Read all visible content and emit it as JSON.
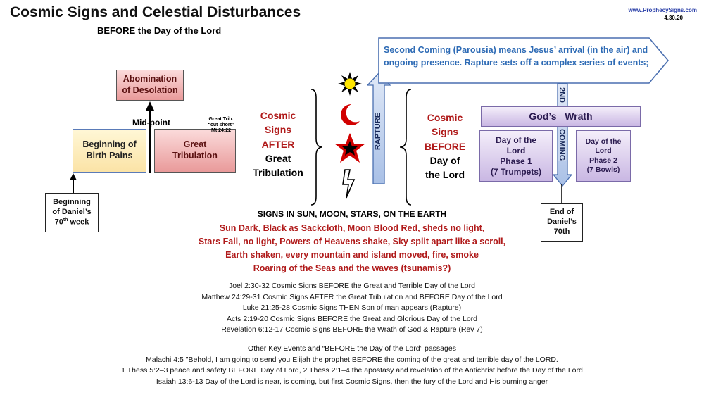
{
  "header": {
    "title": "Cosmic Signs and Celestial Disturbances",
    "subtitle": "BEFORE the Day of the Lord",
    "website": "www.ProphecySigns.com",
    "date": "4.30.20"
  },
  "timeline": {
    "abomination": [
      "Abomination",
      "of Desolation"
    ],
    "midpoint": "Mid-point",
    "birth_pains": [
      "Beginning of",
      "Birth Pains"
    ],
    "great_tribulation": [
      "Great",
      "Tribulation"
    ],
    "great_trib_note": [
      "Great Trib.",
      "“cut short”",
      "Mt 24:22"
    ],
    "beginning_daniel": [
      "Beginning",
      "of Daniel’s",
      "70",
      "th",
      " week"
    ]
  },
  "cosmic_after": [
    "Cosmic",
    "Signs",
    "AFTER",
    "Great",
    "Tribulation"
  ],
  "cosmic_before": [
    "Cosmic",
    "Signs",
    "BEFORE",
    "Day of",
    "the Lord"
  ],
  "rapture_label": "RAPTURE",
  "second_coming": {
    "banner": "Second Coming (Parousia) means Jesus’ arrival (in the air) and ongoing presence. Rapture sets off a complex series of events;",
    "arrow_top": "2ND",
    "arrow_bottom": "COMING"
  },
  "wrath": {
    "title": "God’s   Wrath",
    "phase1": [
      "Day of the",
      "Lord",
      "Phase 1",
      "(7 Trumpets)"
    ],
    "phase2": [
      "Day of the",
      "Lord",
      "Phase 2",
      "(7 Bowls)"
    ]
  },
  "end_daniel": [
    "End of",
    "Daniel’s",
    "70th"
  ],
  "signs": {
    "heading": "SIGNS IN SUN, MOON, STARS, ON THE EARTH",
    "lines": [
      "Sun Dark, Black as Sackcloth, Moon Blood Red, sheds no light,",
      "Stars Fall, no light, Powers of Heavens shake, Sky split apart like a scroll,",
      "Earth shaken, every mountain and island moved, fire, smoke",
      "Roaring of the Seas and the waves (tsunamis?)"
    ]
  },
  "references": [
    "Joel 2:30-32 Cosmic Signs BEFORE the Great and Terrible Day of the Lord",
    "Matthew 24:29-31  Cosmic Signs AFTER the Great Tribulation and BEFORE Day of the Lord",
    "Luke 21:25-28 Cosmic Signs THEN Son of man appears (Rapture)",
    "Acts 2:19-20 Cosmic Signs BEFORE the Great and Glorious Day of the Lord",
    "Revelation 6:12-17 Cosmic Signs BEFORE the Wrath of God & Rapture (Rev 7)"
  ],
  "other": {
    "heading": "Other Key Events and “BEFORE the Day of the Lord” passages",
    "lines": [
      "Malachi 4:5  \"Behold, I am going to send you Elijah the prophet BEFORE the coming of the great and terrible day of the LORD.",
      "1 Thess 5:2–3 peace and safety BEFORE Day of Lord, 2 Thess 2:1–4  the apostasy and revelation of the Antichrist before the Day of the Lord",
      "Isaiah 13:6-13  Day of the Lord is near, is coming, but first Cosmic Signs, then the fury of the Lord and His burning anger"
    ]
  },
  "colors": {
    "red_text": "#b01a1a",
    "banner_text": "#2e6bb5",
    "sun": "#ffe600",
    "moon": "#d10000",
    "star": "#d10000"
  }
}
